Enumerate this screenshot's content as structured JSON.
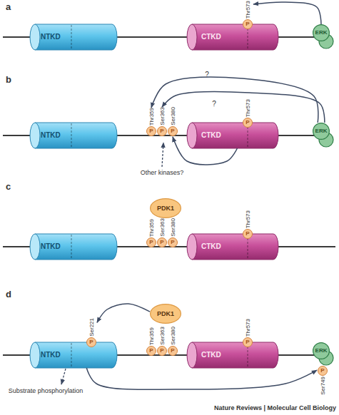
{
  "diagram": {
    "nodes": [
      {
        "text": [
          "NTKD"
        ]
      },
      {
        "text": [
          "CTKD"
        ]
      },
      {
        "text": [
          "Thr573",
          "P"
        ]
      },
      {
        "text": [
          "ERK"
        ]
      },
      {
        "text": [
          "NTKD"
        ]
      },
      {
        "text": [
          "Thr359",
          "P"
        ]
      },
      {
        "text": [
          "Ser363",
          "P"
        ]
      },
      {
        "text": [
          "Ser380",
          "P"
        ]
      },
      {
        "text": [
          "CTKD"
        ]
      },
      {
        "text": [
          "Thr573",
          "P"
        ]
      },
      {
        "text": [
          "ERK"
        ]
      },
      {
        "text": [
          "NTKD"
        ]
      },
      {
        "text": [
          "PDK1"
        ]
      },
      {
        "text": [
          "Thr359",
          "P"
        ]
      },
      {
        "text": [
          "Ser363",
          "P"
        ]
      },
      {
        "text": [
          "Ser380",
          "P"
        ]
      },
      {
        "text": [
          "CTKD"
        ]
      },
      {
        "text": [
          "Thr573",
          "P"
        ]
      },
      {
        "text": [
          "NTKD"
        ]
      },
      {
        "text": [
          "Ser221",
          "P"
        ]
      },
      {
        "text": [
          "PDK1"
        ]
      },
      {
        "text": [
          "Thr359",
          "P"
        ]
      },
      {
        "text": [
          "Ser363",
          "P"
        ]
      },
      {
        "text": [
          "Ser380",
          "P"
        ]
      },
      {
        "text": [
          "CTKD"
        ]
      },
      {
        "text": [
          "Thr573",
          "P"
        ]
      },
      {
        "text": [
          "ERK"
        ]
      },
      {
        "text": [
          "P",
          "Ser749"
        ]
      }
    ],
    "edges": [
      {
        "from": 3,
        "to": 2,
        "arrow": "to"
      },
      {
        "from": 10,
        "to": 5,
        "label": "?",
        "arrow": "to"
      },
      {
        "from": 10,
        "to": 6,
        "label": "?",
        "arrow": "to"
      },
      {
        "from": 8,
        "to": 7,
        "arrow": "to"
      },
      {
        "from": 20,
        "to": 19,
        "arrow": "to"
      },
      {
        "from": 18,
        "to": 27,
        "arrow": "to"
      }
    ],
    "labels": [
      "a",
      "b",
      "Other kinases?",
      "c",
      "d",
      "Substrate phosphorylation",
      "Nature Reviews | Molecular Cell Biology"
    ]
  }
}
